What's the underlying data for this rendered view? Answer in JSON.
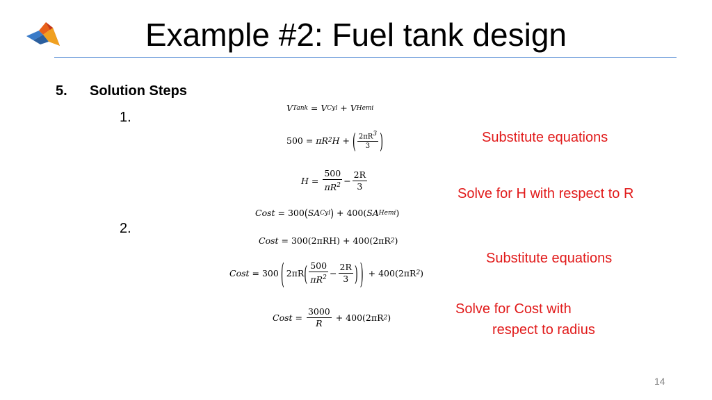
{
  "slide": {
    "title": "Example #2: Fuel tank design",
    "page_number": "14",
    "colors": {
      "accent_rule": "#5b8fd6",
      "note_red": "#e11a1a"
    }
  },
  "step": {
    "number": "5.",
    "title": "Solution Steps"
  },
  "substeps": [
    "1.",
    "2."
  ],
  "notes": {
    "substitute_1": "Substitute equations",
    "solve_h": "Solve for H with respect to R",
    "substitute_2": "Substitute equations",
    "solve_cost_line1": "Solve for Cost with",
    "solve_cost_line2": "respect to radius"
  },
  "equations": {
    "e1": {
      "lhs": "V",
      "lhs_sub": "Tank",
      "eq": " = ",
      "t1": "V",
      "t1_sub": "Cyl",
      "plus": " + ",
      "t2": "V",
      "t2_sub": "Hemi"
    },
    "e2": {
      "lhs": "500 = ",
      "pi": "π",
      "R": "R",
      "exp": "2",
      "H": "H",
      "plus": " + ",
      "num": "2πR",
      "num_exp": "3",
      "den": "3"
    },
    "e3": {
      "lhs": "H",
      "eq": " = ",
      "f1_num": "500",
      "f1_den": "πR",
      "f1_den_exp": "2",
      "minus": "−",
      "f2_num": "2R",
      "f2_den": "3"
    },
    "e4": {
      "lhs": "Cost",
      "eq": " = 300",
      "sa1": "SA",
      "sa1_sub": "Cyl",
      "plus": " + 400(",
      "sa2": "SA",
      "sa2_sub": "Hemi",
      "close": ")"
    },
    "e5": {
      "lhs": "Cost",
      "eq": " = 300(2πRH) + 400(2πR",
      "exp": "2",
      "close": ")"
    },
    "e6": {
      "lhs": "Cost",
      "eq": " = 300",
      "inner": "2πR",
      "f1_num": "500",
      "f1_den": "πR",
      "f1_den_exp": "2",
      "minus": "−",
      "f2_num": "2R",
      "f2_den": "3",
      "tail": " + 400(2πR",
      "exp": "2",
      "close": ")"
    },
    "e7": {
      "lhs": "Cost",
      "eq": " = ",
      "f_num": "3000",
      "f_den": "R",
      "tail": " + 400(2πR",
      "exp": "2",
      "close": ")"
    }
  }
}
